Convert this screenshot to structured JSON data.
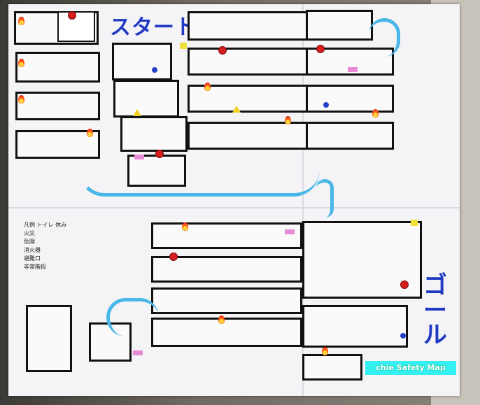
{
  "map": {
    "start_label": "スタート",
    "goal_label": "ゴール",
    "caption": "chie Safety Map"
  },
  "legend": {
    "rows": [
      "凡例  トイレ  休み",
      "火災",
      "危険",
      "消火器",
      "避難口",
      "非常階段"
    ]
  },
  "colors": {
    "paper": "#f4f4f6",
    "title_blue": "#1f39c2",
    "arrow_blue": "#49b7e8",
    "caption_bg": "#35f0f0"
  },
  "icons": [
    "fire-icon",
    "warning-icon",
    "extinguisher-dot-icon",
    "arrow-icon"
  ]
}
